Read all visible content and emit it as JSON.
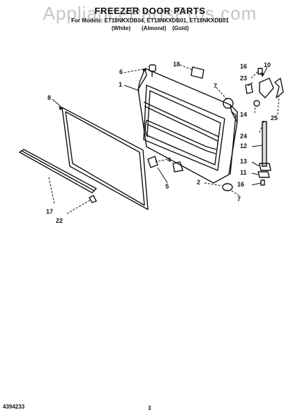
{
  "watermark": "AppliancePartsPros.com",
  "title": "FREEZER DOOR PARTS",
  "models_line": "For Models: ET18NKXDB04, ET18NKXDB01, ET18NKXDB01",
  "colors": [
    "(White)",
    "(Almond)",
    "(Gold)"
  ],
  "callouts": [
    "1",
    "2",
    "4",
    "5",
    "6",
    "7",
    "7",
    "8",
    "10",
    "11",
    "12",
    "13",
    "14",
    "16",
    "16",
    "17",
    "18",
    "22",
    "23",
    "24",
    "25"
  ],
  "footer_left": "4394233",
  "footer_center": "3"
}
